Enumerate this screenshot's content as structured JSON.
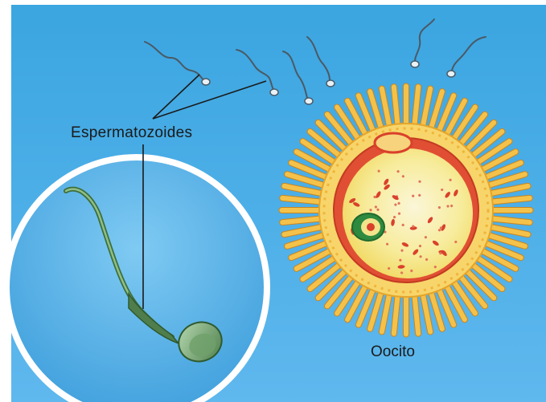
{
  "labels": {
    "sperm": "Espermatozoides",
    "oocyte": "Oocito"
  },
  "colors": {
    "background_top": "#3aa5e0",
    "background_bottom": "#66bdf0",
    "zona_spikes": "#f2bb38",
    "corona_ring": "#f7d56a",
    "membrane_red": "#d9412b",
    "cytoplasm": "#f5e98e",
    "nucleus_green": "#3a9a4a",
    "sperm_green": "#5b8a58"
  },
  "icons": {
    "oocyte": "oocyte-illustration",
    "sperm_small": "sperm-cell-icon",
    "sperm_magnified": "magnified-sperm-illustration"
  }
}
